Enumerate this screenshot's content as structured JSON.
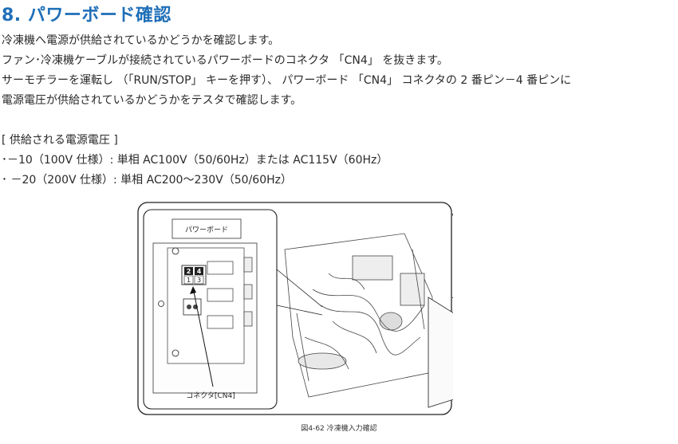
{
  "heading": "8. パワーボード確認",
  "lines": [
    "冷凍機へ電源が供給されているかどうかを確認します。",
    "ファン･冷凍機ケーブルが接続されているパワーボードのコネクタ 「CN4」 を抜きます。",
    "サーモチラーを運転し （「RUN/STOP」 キーを押す）、 パワーボード 「CN4」 コネクタの 2 番ピン－4 番ピンに",
    "電源電圧が供給されているかどうかをテスタで確認します。"
  ],
  "supply": {
    "title": "[ 供給される電源電圧 ]",
    "items": [
      "･－10（100V 仕様）: 単相 AC100V（50/60Hz）または AC115V（60Hz）",
      "･ －20（200V 仕様）: 単相 AC200～230V（50/60Hz）"
    ]
  },
  "figure": {
    "board_label": "パワーボード",
    "connector_label": "コネクタ[CN4]",
    "pins_top": [
      "2",
      "4"
    ],
    "pins_bottom": [
      "1",
      "3"
    ],
    "caption": "図4-62 冷凍機入力確認"
  }
}
